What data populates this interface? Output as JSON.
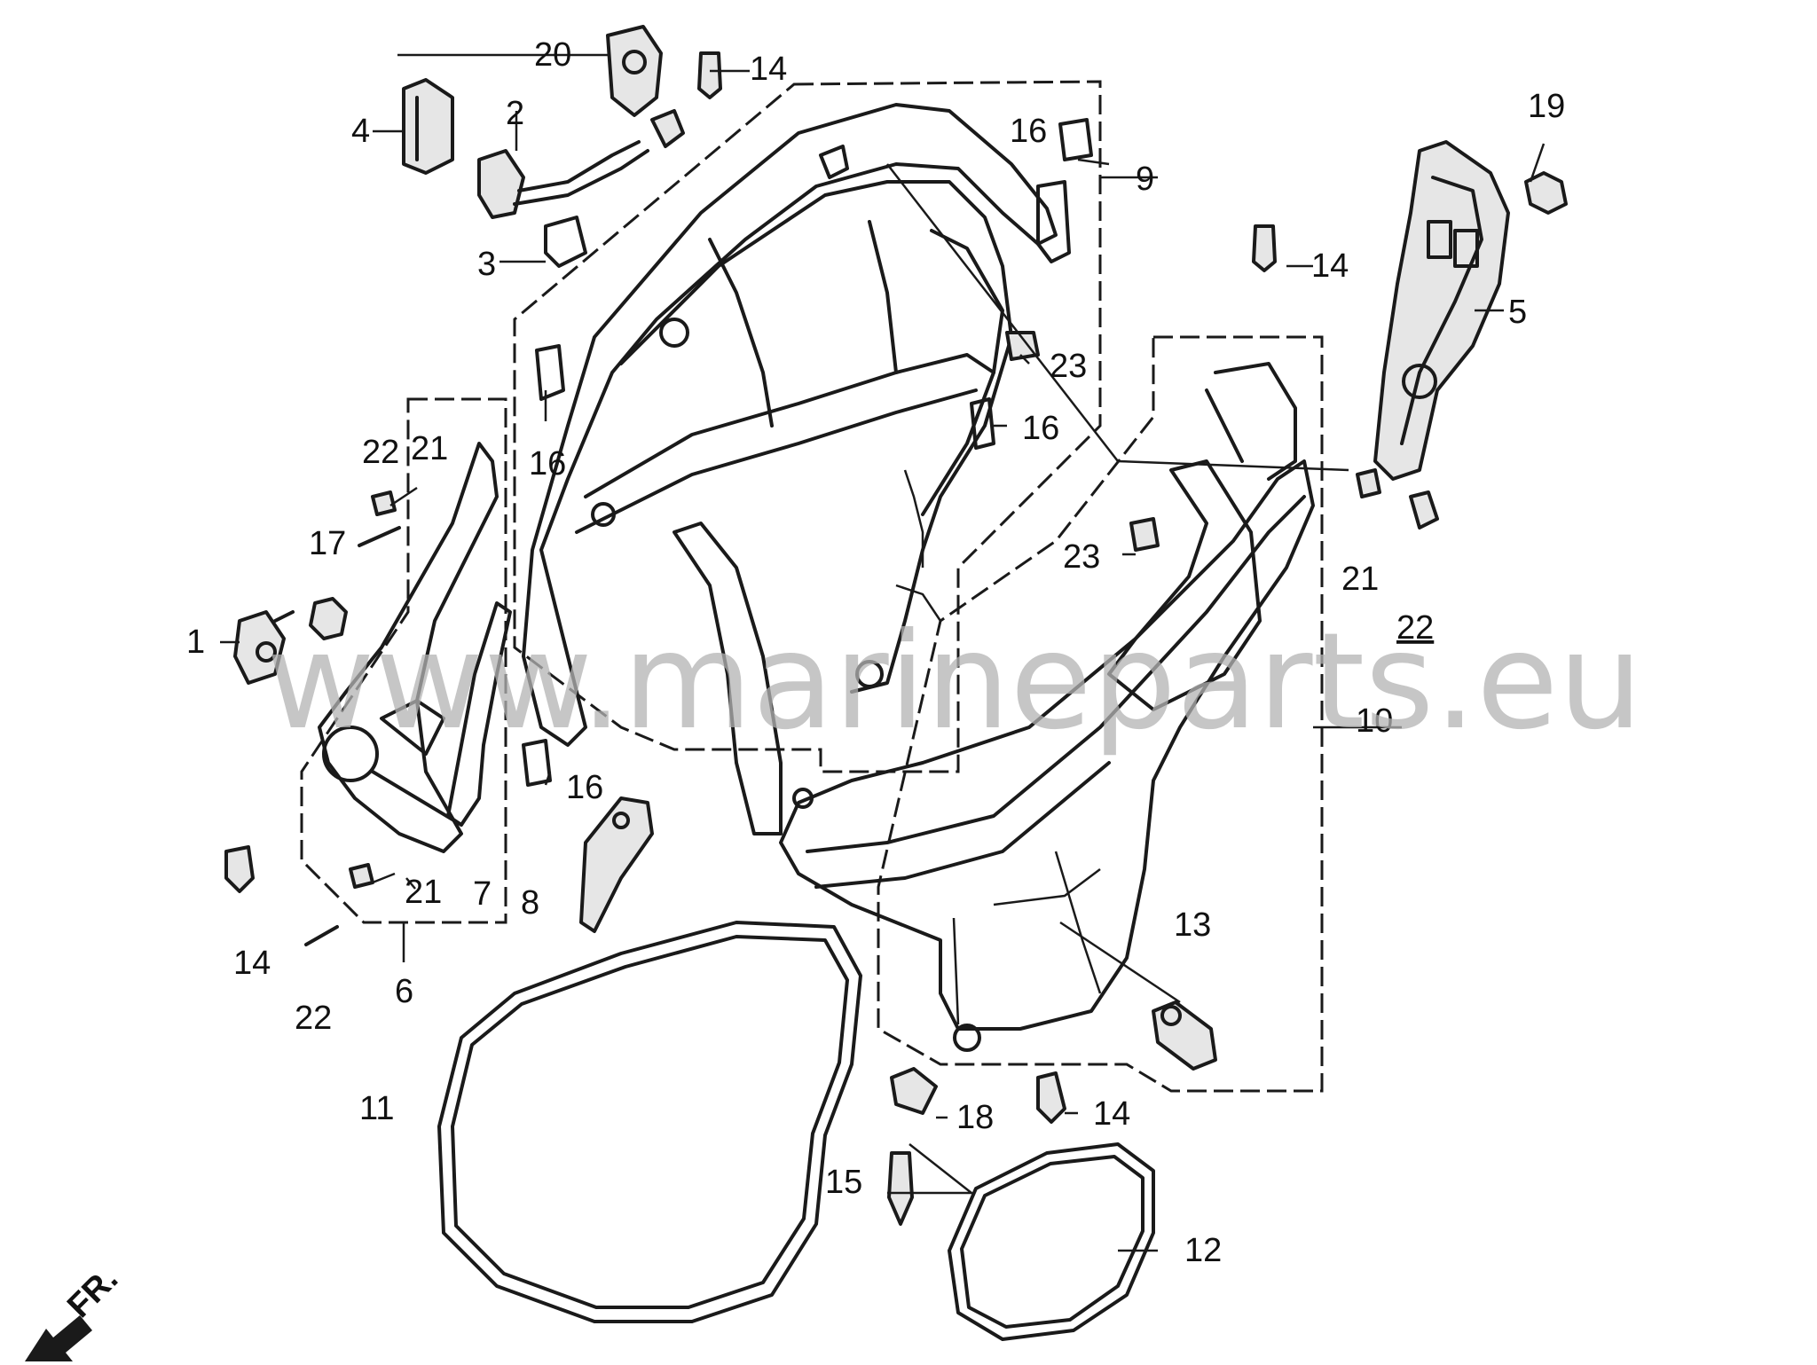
{
  "watermark": "www.marineparts.eu",
  "direction_marker": {
    "label": "FR.",
    "icon": "front-arrow-icon"
  },
  "callouts": [
    {
      "id": "c1",
      "label": "1"
    },
    {
      "id": "c2",
      "label": "2"
    },
    {
      "id": "c3",
      "label": "3"
    },
    {
      "id": "c4",
      "label": "4"
    },
    {
      "id": "c5",
      "label": "5"
    },
    {
      "id": "c6",
      "label": "6"
    },
    {
      "id": "c7",
      "label": "7"
    },
    {
      "id": "c8",
      "label": "8"
    },
    {
      "id": "c9",
      "label": "9"
    },
    {
      "id": "c10",
      "label": "10"
    },
    {
      "id": "c11",
      "label": "11"
    },
    {
      "id": "c12",
      "label": "12"
    },
    {
      "id": "c13",
      "label": "13"
    },
    {
      "id": "c14a",
      "label": "14"
    },
    {
      "id": "c14b",
      "label": "14"
    },
    {
      "id": "c14c",
      "label": "14"
    },
    {
      "id": "c14d",
      "label": "14"
    },
    {
      "id": "c15",
      "label": "15"
    },
    {
      "id": "c16a",
      "label": "16"
    },
    {
      "id": "c16b",
      "label": "16"
    },
    {
      "id": "c16c",
      "label": "16"
    },
    {
      "id": "c16d",
      "label": "16"
    },
    {
      "id": "c17",
      "label": "17"
    },
    {
      "id": "c18",
      "label": "18"
    },
    {
      "id": "c19",
      "label": "19"
    },
    {
      "id": "c20",
      "label": "20"
    },
    {
      "id": "c21a",
      "label": "21"
    },
    {
      "id": "c21b",
      "label": "21"
    },
    {
      "id": "c21c",
      "label": "21"
    },
    {
      "id": "c22a",
      "label": "22"
    },
    {
      "id": "c22b",
      "label": "22"
    },
    {
      "id": "c22c",
      "label": "22"
    },
    {
      "id": "c23a",
      "label": "23"
    },
    {
      "id": "c23b",
      "label": "23"
    }
  ]
}
